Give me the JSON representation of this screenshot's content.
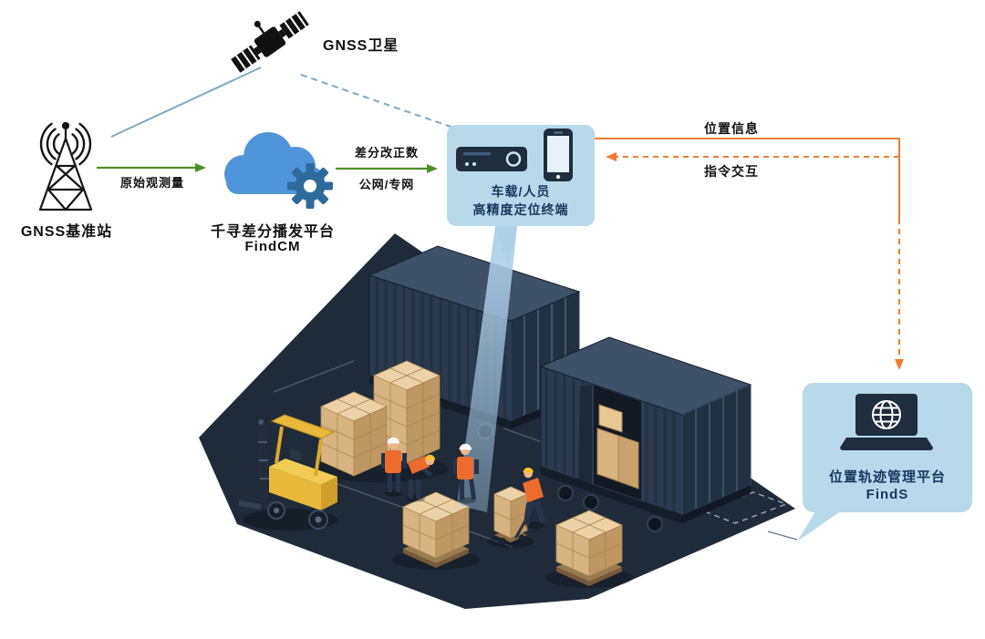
{
  "diagram": {
    "nodes": {
      "satellite": {
        "label": "GNSS卫星"
      },
      "base_station": {
        "label": "GNSS基准站"
      },
      "cloud_platform": {
        "title": "千寻差分播发平台",
        "subtitle": "FindCM"
      },
      "terminal": {
        "line1": "车载/人员",
        "line2": "高精度定位终端"
      },
      "management_platform": {
        "title": "位置轨迹管理平台",
        "subtitle": "FindS"
      }
    },
    "edges": {
      "raw_observation": {
        "label": "原始观测量"
      },
      "diff_correction": {
        "line1": "差分改正数",
        "line2": "公网/专网"
      },
      "position_info": {
        "label": "位置信息"
      },
      "command_interaction": {
        "label": "指令交互"
      }
    },
    "icons": {
      "satellite": "satellite-icon",
      "base_station": "radio-tower-icon",
      "cloud_platform": "cloud-gear-icon",
      "terminal": "gnss-receiver-icon + smartphone-icon",
      "management_platform": "laptop-globe-icon"
    },
    "colors": {
      "arrow_green": "#4f8f29",
      "arrow_orange": "#ee7d31",
      "satellite_link": "#7fa8bc",
      "bubble_bg": "#b8d9ea",
      "bubble_text": "#17375e",
      "icon_navy": "#1f2d3d",
      "cloud_blue": "#4e96d9",
      "gear_blue": "#2f6a9c",
      "beam_blue": "#aacfe8",
      "platform_navy": "#202b3a",
      "container_navy": "#2b3a4e",
      "box_tan": "#d8b482",
      "forklift_yellow": "#e8b93a",
      "vest_orange": "#ec6b2d"
    }
  }
}
